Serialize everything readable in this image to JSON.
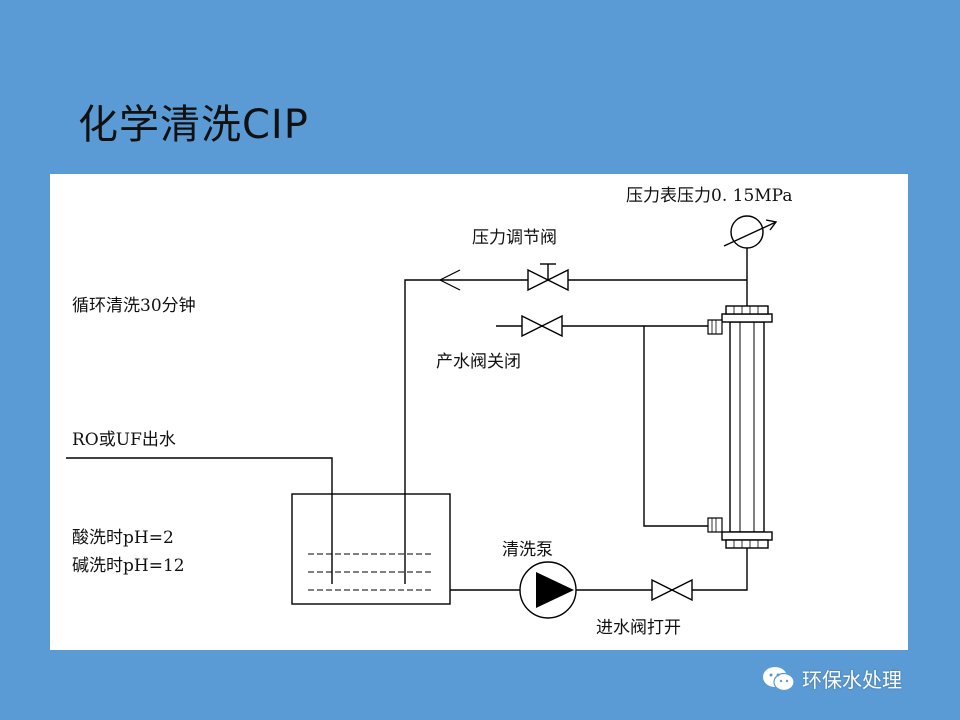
{
  "slide": {
    "title": "化学清洗CIP",
    "background_color": "#5b9bd5"
  },
  "diagram": {
    "labels": {
      "pressure_gauge": "压力表压力0. 15MPa",
      "pressure_valve": "压力调节阀",
      "circulation": "循环清洗30分钟",
      "product_valve": "产水阀关闭",
      "source_water": "RO或UF出水",
      "acid_wash": "酸洗时pH=2",
      "alkali_wash": "碱洗时pH=12",
      "pump": "清洗泵",
      "inlet_valve": "进水阀打开"
    },
    "icons": [
      "pressure-gauge-icon",
      "valve-icon",
      "pump-icon",
      "tank-icon",
      "membrane-module-icon",
      "arrow-left-icon"
    ]
  },
  "watermark": {
    "text": "环保水处理",
    "icon": "wechat-icon"
  }
}
